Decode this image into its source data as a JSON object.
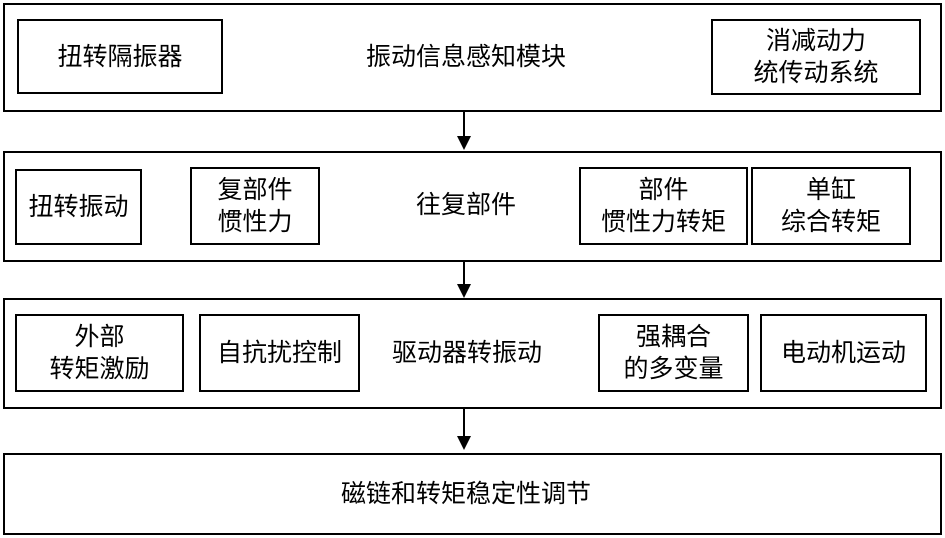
{
  "panel1": {
    "title": "振动信息感知模块",
    "left_box": "扭转隔振器",
    "right_box": [
      "消减动力",
      "统传动系统"
    ]
  },
  "panel2": {
    "title": "往复部件",
    "box1": "扭转振动",
    "box2": [
      "复部件",
      "惯性力"
    ],
    "box3": [
      "部件",
      "惯性力转矩"
    ],
    "box4": [
      "单缸",
      "综合转矩"
    ]
  },
  "panel3": {
    "title": "驱动器转振动",
    "box1": [
      "外部",
      "转矩激励"
    ],
    "box2": "自抗扰控制",
    "box3": [
      "强耦合",
      "的多变量"
    ],
    "box4": "电动机运动"
  },
  "panel4": {
    "title": "磁链和转矩稳定性调节"
  }
}
